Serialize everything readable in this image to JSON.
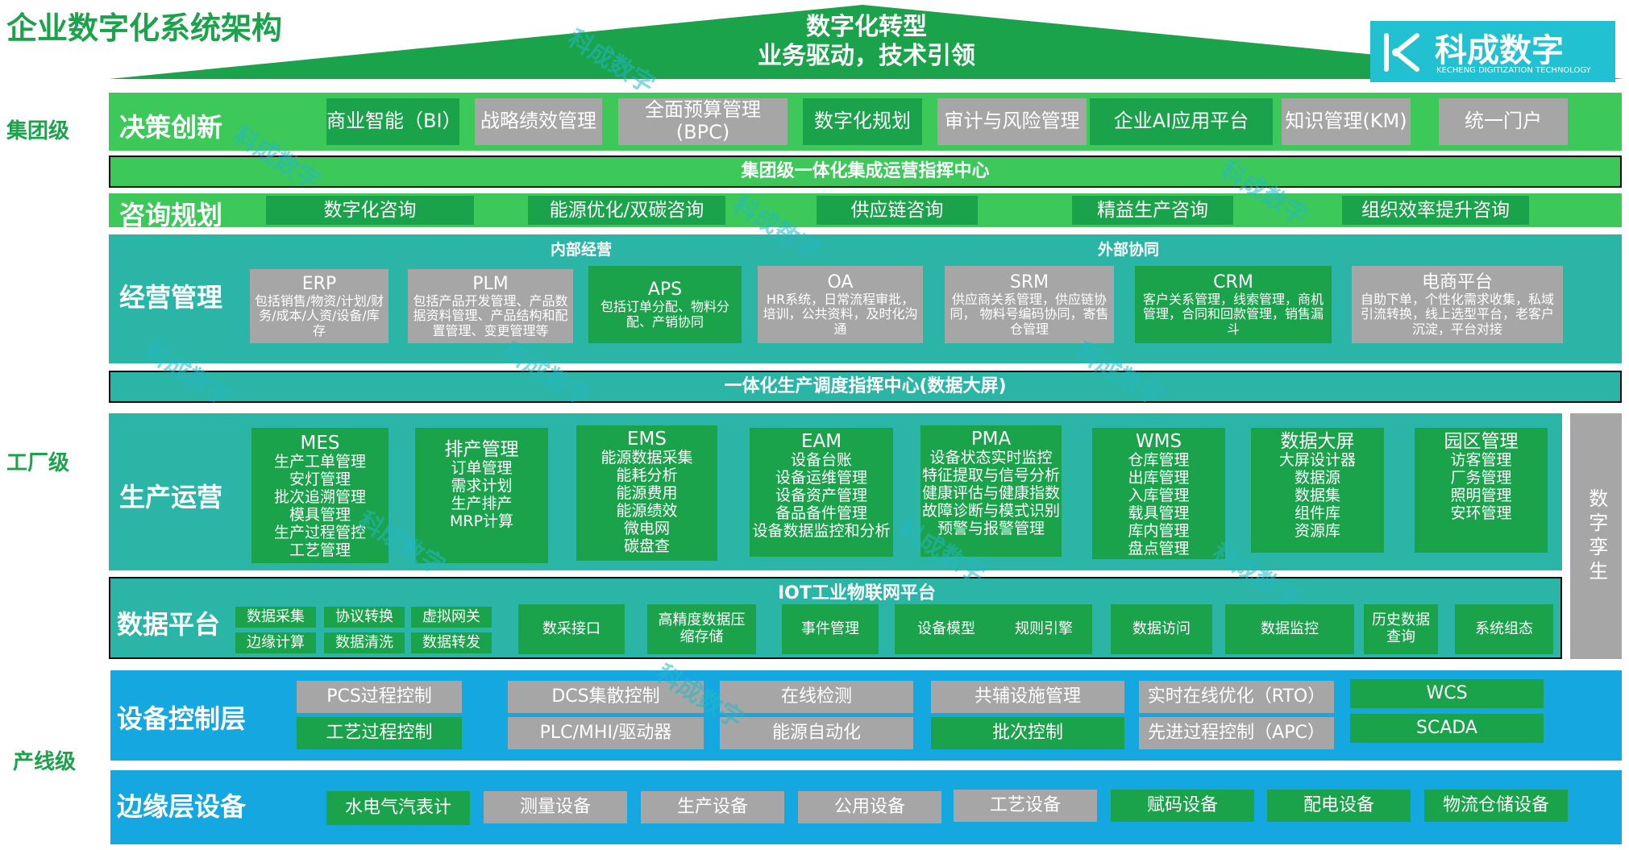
{
  "page_title": "企业数字化系统架构",
  "roof": {
    "line1": "数字化转型",
    "line2": "业务驱动，技术引领"
  },
  "logo": {
    "name": "科成数字",
    "sub": "KECHENG DIGITIZATION TECHNOLOGY"
  },
  "levels": {
    "group": "集团级",
    "factory": "工厂级",
    "line": "产线级"
  },
  "decision": {
    "title": "决策创新",
    "items": [
      "商业智能（BI）",
      "战略绩效管理",
      "全面预算管理(BPC)",
      "数字化规划",
      "审计与风险管理",
      "企业AI应用平台",
      "知识管理(KM)",
      "统一门户"
    ]
  },
  "group_center": "集团级一体化集成运营指挥中心",
  "consult": {
    "title": "咨询规划",
    "items": [
      "数字化咨询",
      "能源优化/双碳咨询",
      "供应链咨询",
      "精益生产咨询",
      "组织效率提升咨询"
    ]
  },
  "business": {
    "title": "经营管理",
    "internal": "内部经营",
    "external": "外部协同",
    "items": [
      {
        "name": "ERP",
        "desc": "包括销售/物资/计划/财务/成本/人资/设备/库存"
      },
      {
        "name": "PLM",
        "desc": "包括产品开发管理、产品数据资料管理、产品结构和配置管理、变更管理等"
      },
      {
        "name": "APS",
        "desc": "包括订单分配、物料分配、产销协同"
      },
      {
        "name": "OA",
        "desc": "HR系统，日常流程审批，培训，公共资料，及时化沟通"
      },
      {
        "name": "SRM",
        "desc": "供应商关系管理，供应链协同，  物料号编码协同，寄售仓管理"
      },
      {
        "name": "CRM",
        "desc": "客户关系管理，线索管理，商机管理，合同和回款管理，销售漏斗"
      },
      {
        "name": "电商平台",
        "desc": "自助下单，个性化需求收集，私域引流转换，线上选型平台，老客户沉淀，平台对接"
      }
    ]
  },
  "production_center": "一体化生产调度指挥中心(数据大屏)",
  "production": {
    "title": "生产运营",
    "items": [
      {
        "name": "MES",
        "lines": [
          "生产工单管理",
          "安灯管理",
          "批次追溯管理",
          "模具管理",
          "生产过程管控",
          "工艺管理"
        ]
      },
      {
        "name": "排产管理",
        "lines": [
          "订单管理",
          "需求计划",
          "生产排产",
          "MRP计算"
        ]
      },
      {
        "name": "EMS",
        "lines": [
          "能源数据采集",
          "能耗分析",
          "能源费用",
          "能源绩效",
          "微电网",
          "碳盘查"
        ]
      },
      {
        "name": "EAM",
        "lines": [
          "设备台账",
          "设备运维管理",
          "设备资产管理",
          "备品备件管理",
          "设备数据监控和分析"
        ]
      },
      {
        "name": "PMA",
        "lines": [
          "设备状态实时监控",
          "特征提取与信号分析",
          "健康评估与健康指数",
          "故障诊断与模式识别",
          "预警与报警管理"
        ]
      },
      {
        "name": "WMS",
        "lines": [
          "仓库管理",
          "出库管理",
          "入库管理",
          "载具管理",
          "库内管理",
          "盘点管理"
        ]
      },
      {
        "name": "数据大屏",
        "lines": [
          "大屏设计器",
          "数据源",
          "数据集",
          "组件库",
          "资源库"
        ]
      },
      {
        "name": "园区管理",
        "lines": [
          "访客管理",
          "厂务管理",
          "照明管理",
          "安环管理"
        ]
      }
    ]
  },
  "twin": "数字孪生",
  "data_platform": {
    "title": "数据平台",
    "iot": "IOT工业物联网平台",
    "small": [
      "数据采集",
      "协议转换",
      "虚拟网关",
      "边缘计算",
      "数据清洗",
      "数据转发"
    ],
    "items": [
      "数采接口",
      "高精度数据压缩存储",
      "事件管理",
      "设备模型",
      "规则引擎",
      "数据访问",
      "数据监控",
      "历史数据查询",
      "系统组态"
    ]
  },
  "device_control": {
    "title": "设备控制层",
    "items": [
      "PCS过程控制",
      "工艺过程控制",
      "DCS集散控制",
      "PLC/MHI/驱动器",
      "在线检测",
      "能源自动化",
      "共辅设施管理",
      "批次控制",
      "实时在线优化（RTO）",
      "先进过程控制（APC）",
      "WCS",
      "SCADA"
    ]
  },
  "edge": {
    "title": "边缘层设备",
    "items": [
      "水电气汽表计",
      "测量设备",
      "生产设备",
      "公用设备",
      "工艺设备",
      "赋码设备",
      "配电设备",
      "物流仓储设备"
    ]
  },
  "watermark": "科成数字",
  "colors": {
    "green": "#1aa34a",
    "light_green": "#3dc95a",
    "teal": "#2bb5a6",
    "gray": "#a6a6a6",
    "blue": "#15a7e0"
  }
}
